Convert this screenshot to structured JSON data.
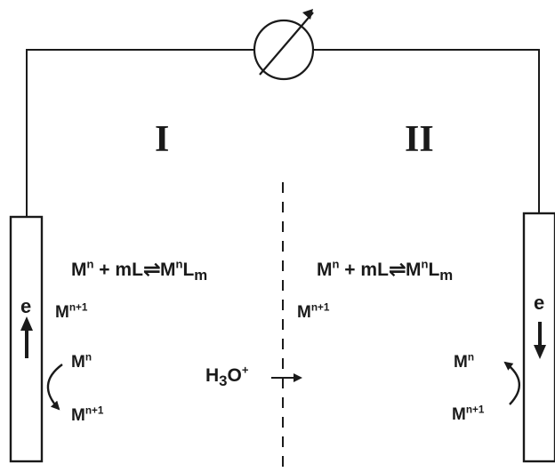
{
  "compartments": {
    "left": "I",
    "right": "II"
  },
  "left_electrode": {
    "equilibrium": {
      "a": "M",
      "a_sup": "n",
      "b": "+ mL",
      "arrow": "⇌",
      "c": "M",
      "c_sup": "n",
      "d": "L",
      "d_sub": "m"
    },
    "electron": "e",
    "species_top": {
      "base": "M",
      "sup": "n+1"
    },
    "species_mid": {
      "base": "M",
      "sup": "n"
    },
    "species_bottom": {
      "base": "M",
      "sup": "n+1"
    }
  },
  "right_electrode": {
    "equilibrium": {
      "a": "M",
      "a_sup": "n",
      "b": "+ mL",
      "arrow": "⇌",
      "c": "M",
      "c_sup": "n",
      "d": "L",
      "d_sub": "m"
    },
    "electron": "e",
    "species_top": {
      "base": "M",
      "sup": "n+1"
    },
    "species_mid": {
      "base": "M",
      "sup": "n"
    },
    "species_bottom": {
      "base": "M",
      "sup": "n+1"
    }
  },
  "membrane_transport": {
    "base": "H",
    "sub": "3",
    "rest": "O",
    "sup": "+"
  },
  "colors": {
    "ink": "#1a1a1a",
    "background": "#ffffff"
  }
}
